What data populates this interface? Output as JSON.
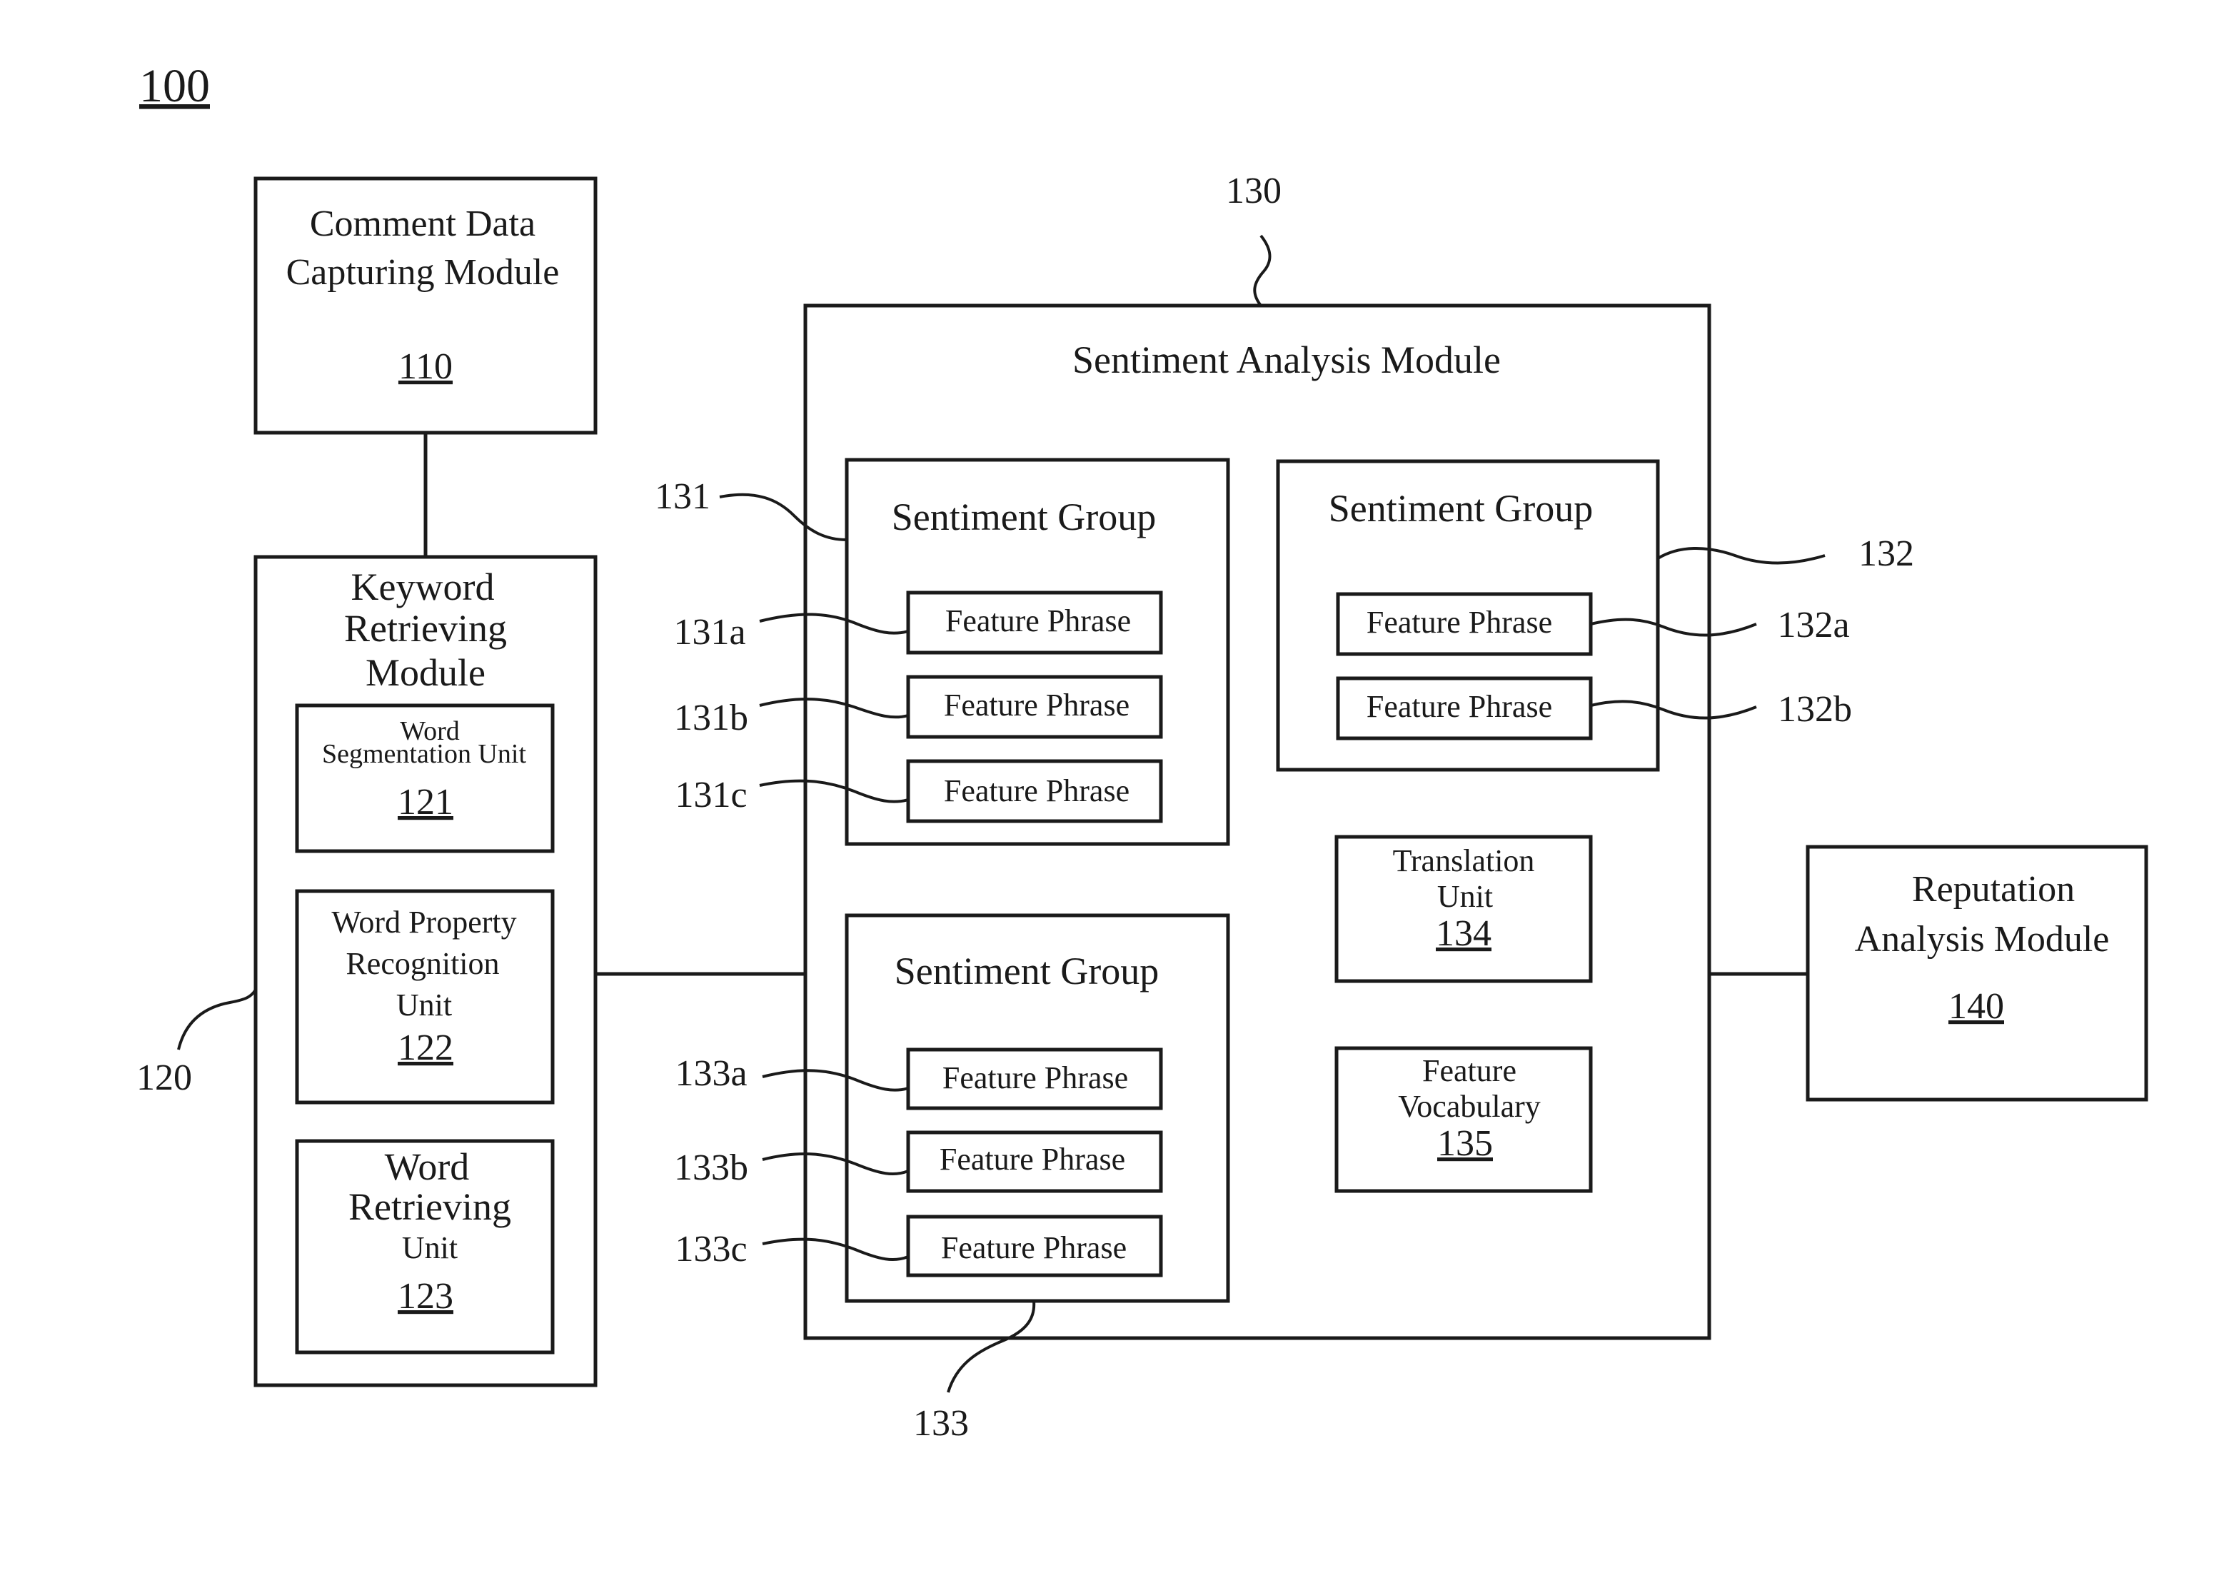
{
  "figure_number": "100",
  "modules": {
    "comment_capture": {
      "lines": [
        "Comment Data",
        "Capturing Module"
      ],
      "ref": "110"
    },
    "keyword_retrieving": {
      "lines": [
        "Keyword",
        "Retrieving",
        "Module"
      ],
      "callout": "120",
      "units": {
        "word_segmentation": {
          "lines": [
            "Word",
            "Segmentation Unit"
          ],
          "ref": "121"
        },
        "word_property": {
          "lines": [
            "Word Property",
            "Recognition",
            "Unit"
          ],
          "ref": "122"
        },
        "word_retrieving": {
          "lines": [
            "Word",
            "Retrieving",
            "Unit"
          ],
          "ref": "123"
        }
      }
    },
    "sentiment_analysis": {
      "title": "Sentiment Analysis Module",
      "callout": "130",
      "groups": {
        "g131": {
          "title": "Sentiment Group",
          "callout": "131",
          "phrases": [
            "Feature Phrase",
            "Feature Phrase",
            "Feature Phrase"
          ],
          "phrase_callouts": [
            "131a",
            "131b",
            "131c"
          ]
        },
        "g132": {
          "title": "Sentiment Group",
          "callout": "132",
          "phrases": [
            "Feature Phrase",
            "Feature Phrase"
          ],
          "phrase_callouts": [
            "132a",
            "132b"
          ]
        },
        "g133": {
          "title": "Sentiment Group",
          "callout": "133",
          "phrases": [
            "Feature Phrase",
            "Feature Phrase",
            "Feature Phrase"
          ],
          "phrase_callouts": [
            "133a",
            "133b",
            "133c"
          ]
        }
      },
      "translation_unit": {
        "lines": [
          "Translation",
          "Unit"
        ],
        "ref": "134"
      },
      "feature_vocabulary": {
        "lines": [
          "Feature",
          "Vocabulary"
        ],
        "ref": "135"
      }
    },
    "reputation_analysis": {
      "lines": [
        "Reputation",
        "Analysis Module"
      ],
      "ref": "140"
    }
  }
}
